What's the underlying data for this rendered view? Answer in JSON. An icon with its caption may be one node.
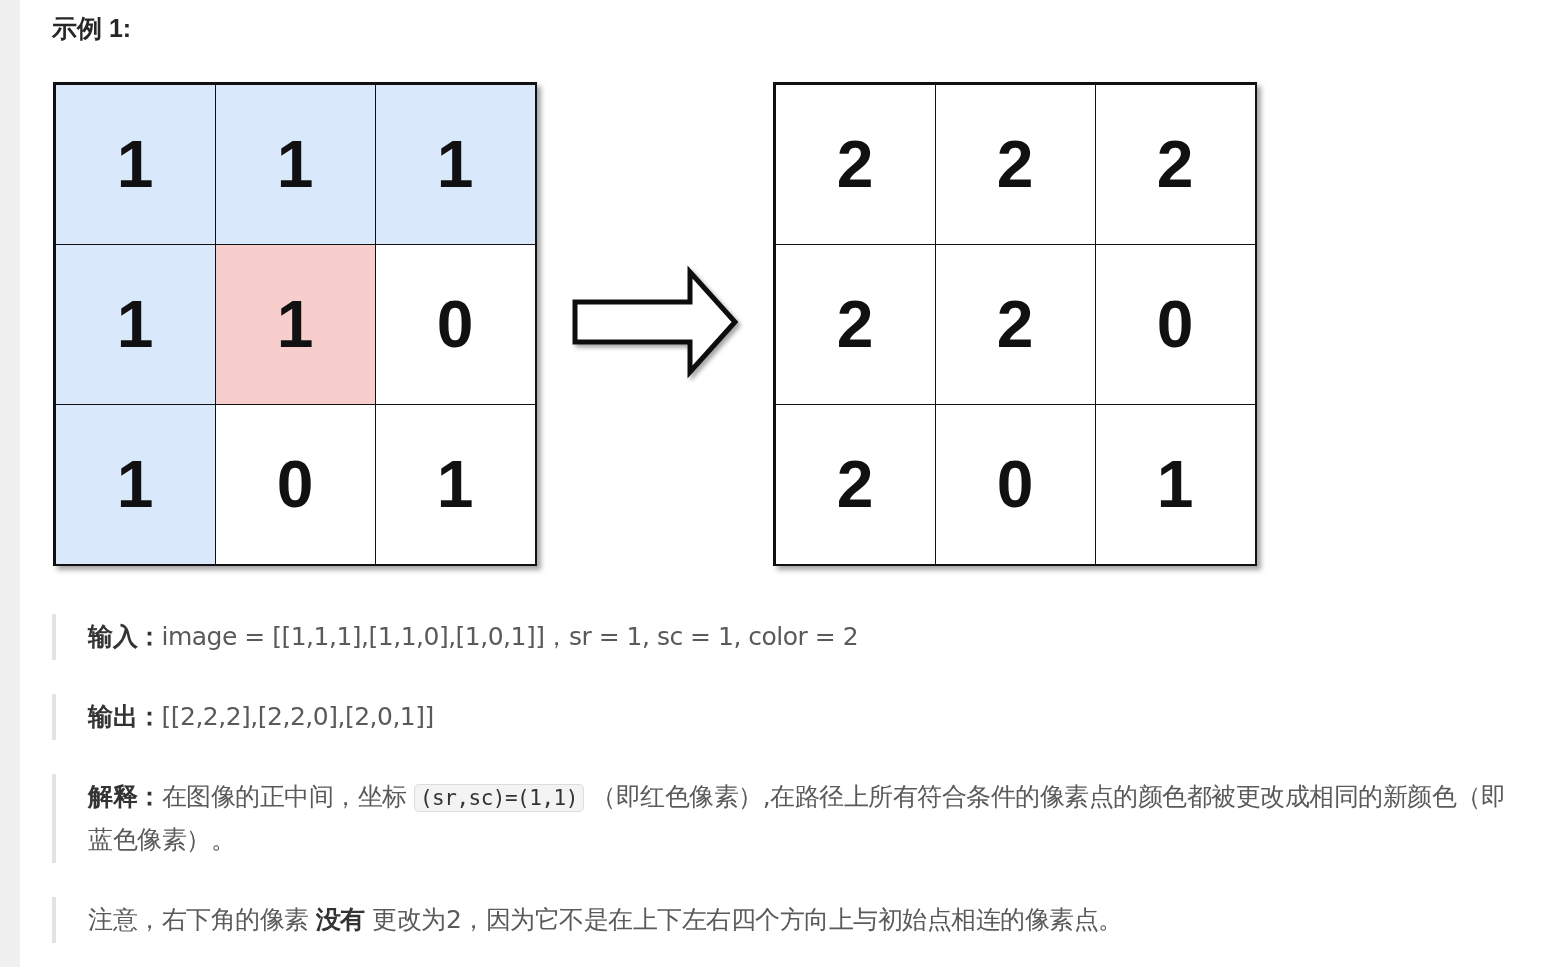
{
  "diagram": {
    "title": "示例 1:",
    "nodes": [
      {
        "text": [],
        "shape": "box"
      },
      {
        "text": [
          "1"
        ],
        "in": 0
      },
      {
        "text": [
          "1"
        ],
        "in": 0
      },
      {
        "text": [
          "1"
        ],
        "in": 0
      },
      {
        "text": [
          "1"
        ],
        "in": 0
      },
      {
        "text": [
          "1"
        ],
        "in": 0
      },
      {
        "text": [
          "0"
        ],
        "in": 0
      },
      {
        "text": [
          "1"
        ],
        "in": 0
      },
      {
        "text": [
          "0"
        ],
        "in": 0
      },
      {
        "text": [
          "1"
        ],
        "in": 0
      },
      {
        "text": [],
        "shape": "box"
      },
      {
        "text": [
          "2"
        ],
        "in": 10
      },
      {
        "text": [
          "2"
        ],
        "in": 10
      },
      {
        "text": [
          "2"
        ],
        "in": 10
      },
      {
        "text": [
          "2"
        ],
        "in": 10
      },
      {
        "text": [
          "2"
        ],
        "in": 10
      },
      {
        "text": [
          "0"
        ],
        "in": 10
      },
      {
        "text": [
          "2"
        ],
        "in": 10
      },
      {
        "text": [
          "0"
        ],
        "in": 10
      },
      {
        "text": [
          "1"
        ],
        "in": 10
      }
    ],
    "edges": [
      {
        "from": 0,
        "to": 10,
        "arrow": "to"
      }
    ],
    "labels": [
      "**输入：**image = [[1,1,1],[1,1,0],[1,0,1]]，sr = 1, sc = 1, color = 2",
      "**输出：**[[2,2,2],[2,2,0],[2,0,1]]",
      "**解释：**在图像的正中间，坐标",
      "(sr,sc)=(1,1)",
      "（即红色像素）,在路径上所有符合条件的像素点的颜色都被更改成相同的新颜色（即蓝色像素）。",
      "注意，右下角的像素 **没有** 更改为2，因为它不是在上下左右四个方向上与初始点相连的像素点。"
    ]
  }
}
